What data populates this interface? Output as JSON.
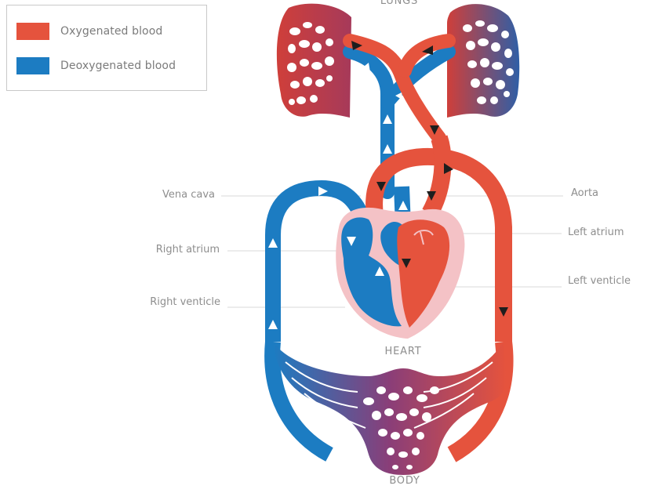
{
  "legend": {
    "items": [
      {
        "label": "Oxygenated blood",
        "color": "#e5533d"
      },
      {
        "label": "Deoxygenated blood",
        "color": "#1c7cc2"
      }
    ]
  },
  "regions": {
    "lungs": "LUNGS",
    "heart": "HEART",
    "body": "BODY"
  },
  "labels": {
    "vena_cava": "Vena cava",
    "right_atrium": "Right atrium",
    "right_ventricle": "Right venticle",
    "aorta": "Aorta",
    "left_atrium": "Left atrium",
    "left_ventricle": "Left venticle"
  },
  "colors": {
    "oxygenated": "#e5533d",
    "deoxygenated": "#1c7cc2",
    "heart_tissue": "#f4c2c6",
    "leader_line": "#d9d9d9",
    "arrow_dark": "#1e1e1e",
    "arrow_light": "#ffffff"
  }
}
